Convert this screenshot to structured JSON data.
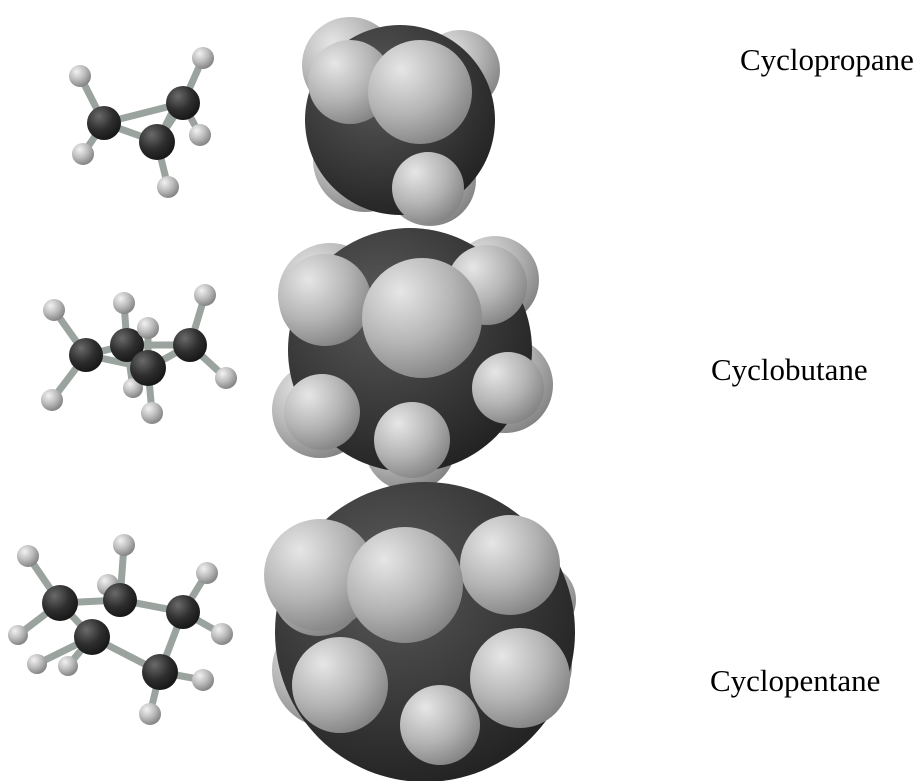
{
  "molecules": [
    {
      "name": "Cyclopropane"
    },
    {
      "name": "Cyclobutane"
    },
    {
      "name": "Cyclopentane"
    }
  ],
  "colors": {
    "carbon": "#2a2a2a",
    "hydrogen": "#b8b8b8",
    "bond": "#9aa39e",
    "background": "#ffffff"
  }
}
